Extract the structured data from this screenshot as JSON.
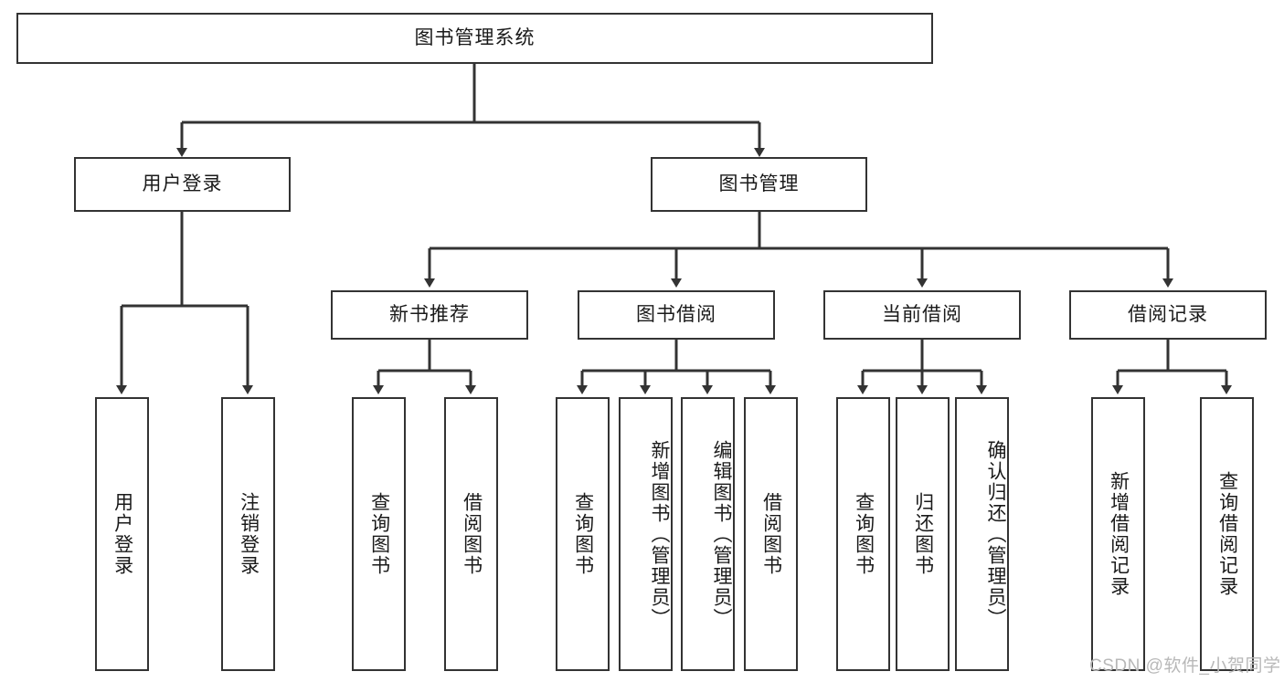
{
  "diagram": {
    "type": "hierarchy-tree",
    "title_node": {
      "label": "图书管理系统"
    },
    "level2": [
      {
        "label": "用户登录"
      },
      {
        "label": "图书管理"
      }
    ],
    "level3": [
      {
        "label": "新书推荐"
      },
      {
        "label": "图书借阅"
      },
      {
        "label": "当前借阅"
      },
      {
        "label": "借阅记录"
      }
    ],
    "leaves": {
      "user_login": [
        {
          "label": "用户登录"
        },
        {
          "label": "注销登录"
        }
      ],
      "new_book_recommend": [
        {
          "label": "查询图书"
        },
        {
          "label": "借阅图书"
        }
      ],
      "book_borrow": [
        {
          "label": "查询图书"
        },
        {
          "label": "新增图书（管理员）"
        },
        {
          "label": "编辑图书（管理员）"
        },
        {
          "label": "借阅图书"
        }
      ],
      "current_borrow": [
        {
          "label": "查询图书"
        },
        {
          "label": "归还图书"
        },
        {
          "label": "确认归还（管理员）"
        }
      ],
      "borrow_record": [
        {
          "label": "新增借阅记录"
        },
        {
          "label": "查询借阅记录"
        }
      ]
    }
  },
  "watermark": {
    "text": "CSDN @软件_小贺同学"
  },
  "colors": {
    "stroke": "#333333",
    "fill": "#ffffff",
    "text": "#1a1a1a",
    "watermark": "#b8b8b8"
  }
}
